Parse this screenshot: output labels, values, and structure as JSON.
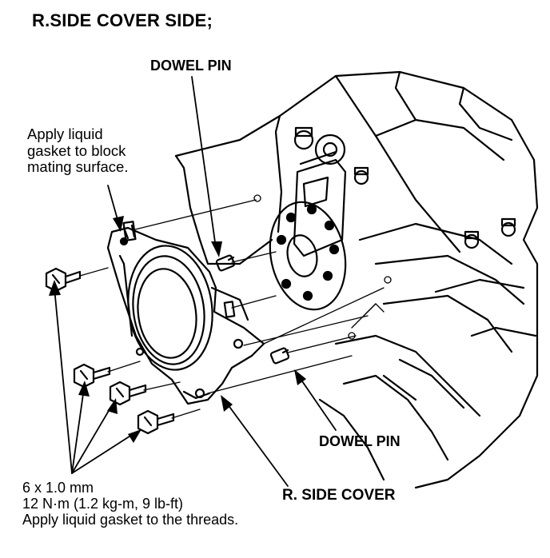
{
  "title": "R.SIDE COVER SIDE;",
  "labels": {
    "dowel_pin_top": "DOWEL PIN",
    "dowel_pin_bottom": "DOWEL PIN",
    "side_cover": "R. SIDE COVER",
    "gasket_note": "Apply liquid\ngasket to block\nmating surface.",
    "bolt_spec": "6 x 1.0 mm\n12 N·m (1.2 kg-m, 9 lb-ft)\nApply liquid gasket to the threads."
  }
}
